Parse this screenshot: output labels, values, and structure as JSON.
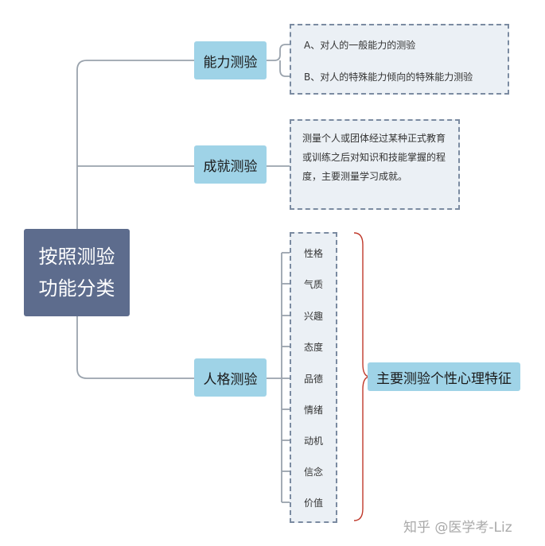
{
  "root": {
    "line1": "按照测验",
    "line2": "功能分类"
  },
  "ability": {
    "label": "能力测验",
    "items": [
      "A、对人的一般能力的测验",
      "B、对人的特殊能力倾向的特殊能力测验"
    ]
  },
  "achievement": {
    "label": "成就测验",
    "description": "测量个人或团体经过某种正式教育或训练之后对知识和技能掌握的程度，主要测量学习成就。"
  },
  "personality": {
    "label": "人格测验",
    "traits": [
      "性格",
      "气质",
      "兴趣",
      "态度",
      "品德",
      "情绪",
      "动机",
      "信念",
      "价值"
    ],
    "summary": "主要测验个性心理特征"
  },
  "watermark": "知乎 @医学考-Liz",
  "colors": {
    "root_bg": "#5d6c8d",
    "node_bg": "#9fd3e7",
    "box_bg": "#ebf0f5",
    "box_border": "#7b8ba1",
    "connector": "#9aa3ad",
    "brace": "#c0392b"
  }
}
